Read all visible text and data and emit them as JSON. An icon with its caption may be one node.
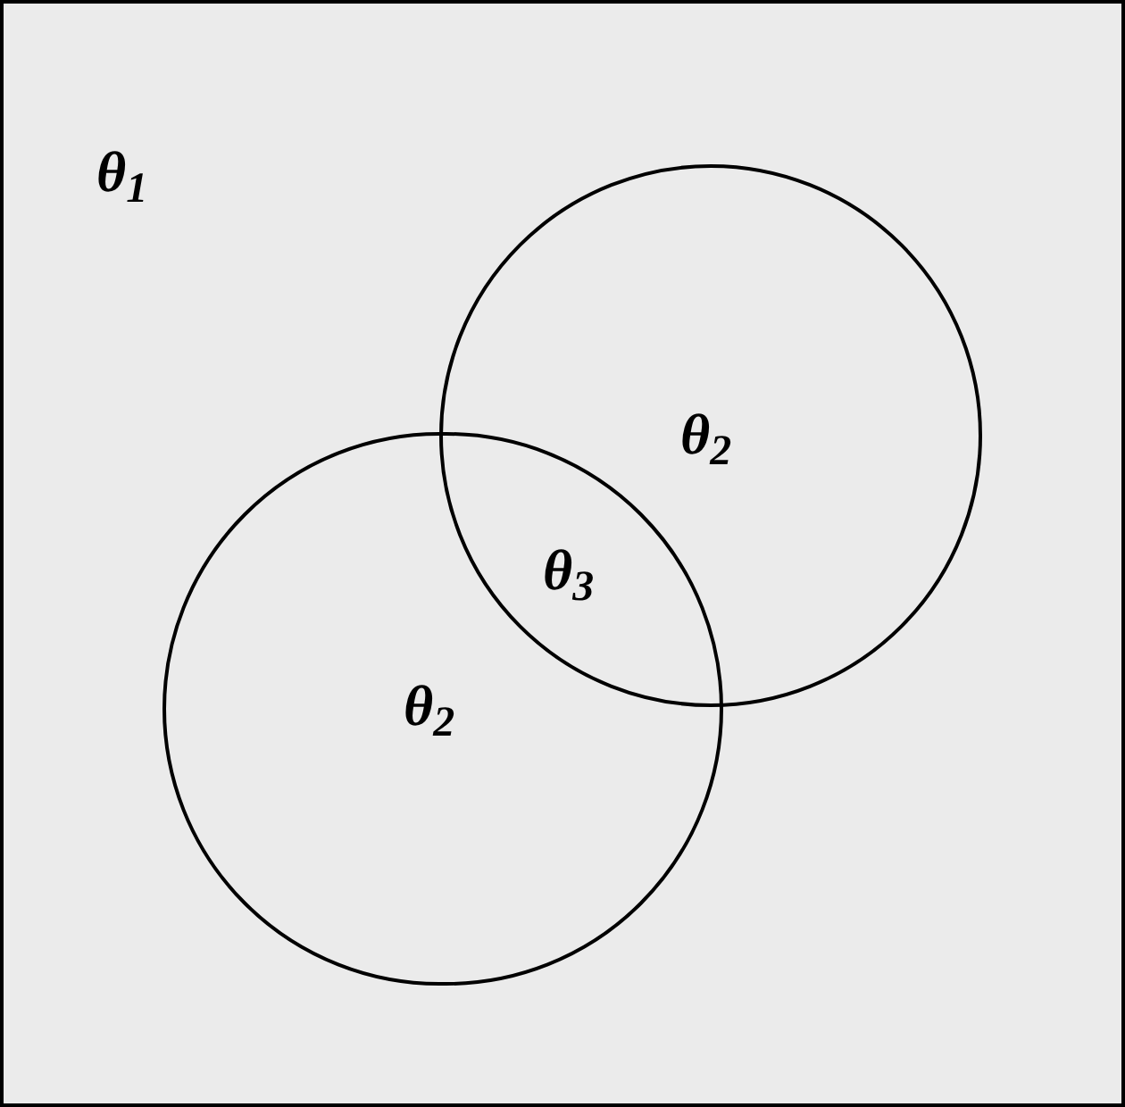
{
  "diagram": {
    "nodes": [
      {
        "text": [
          "θ$_{1}$"
        ]
      },
      {
        "text": [
          "θ$_{2}$"
        ],
        "in": 0
      },
      {
        "text": [
          "θ$_{2}$"
        ],
        "in": 0
      }
    ],
    "labels": [
      "θ$_{3}$"
    ]
  }
}
